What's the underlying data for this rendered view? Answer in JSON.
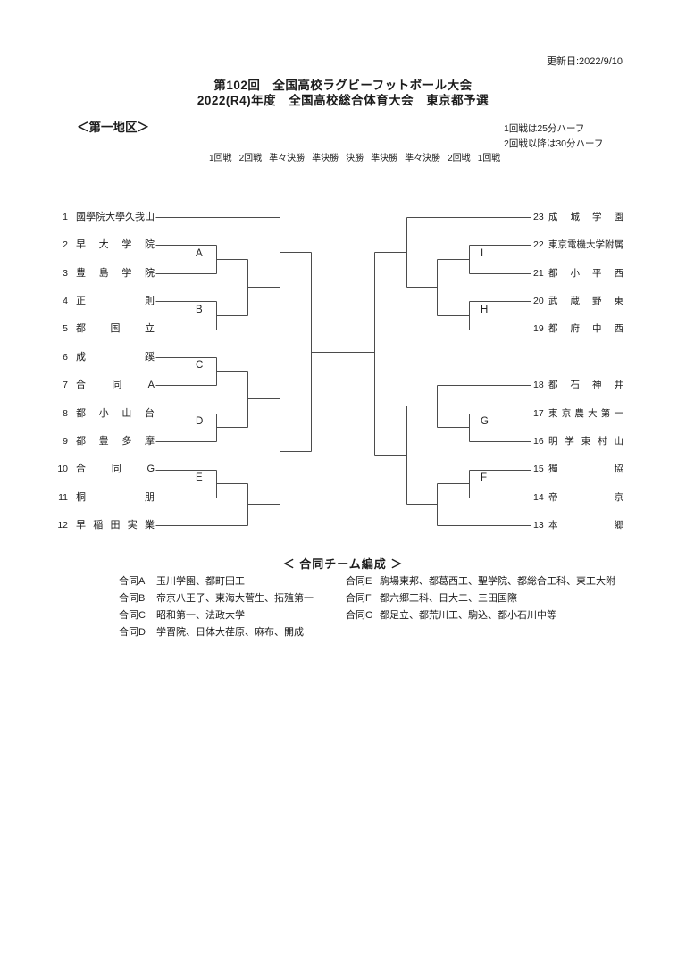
{
  "header": {
    "update_date": "更新日:2022/9/10",
    "title_line1": "第102回　全国高校ラグビーフットボール大会",
    "title_line2": "2022(R4)年度　全国高校総合体育大会　東京都予選",
    "district": "＜第一地区＞",
    "notes": [
      "1回戦は25分ハーフ",
      "2回戦以降は30分ハーフ"
    ]
  },
  "round_labels": [
    "1回戦",
    "2回戦",
    "準々決勝",
    "準決勝",
    "決勝",
    "準決勝",
    "準々決勝",
    "2回戦",
    "1回戦"
  ],
  "bracket": {
    "left_teams": [
      {
        "num": "1",
        "name": "國學院大學久我山",
        "slot": 0
      },
      {
        "num": "2",
        "name": "早大学院",
        "slot": 1
      },
      {
        "num": "3",
        "name": "豊島学院",
        "slot": 2
      },
      {
        "num": "4",
        "name": "正則",
        "slot": 3
      },
      {
        "num": "5",
        "name": "都国立",
        "slot": 4
      },
      {
        "num": "6",
        "name": "成蹊",
        "slot": 5
      },
      {
        "num": "7",
        "name": "合同A",
        "slot": 6
      },
      {
        "num": "8",
        "name": "都小山台",
        "slot": 7
      },
      {
        "num": "9",
        "name": "都豊多摩",
        "slot": 8
      },
      {
        "num": "10",
        "name": "合同G",
        "slot": 9
      },
      {
        "num": "11",
        "name": "桐朋",
        "slot": 10
      },
      {
        "num": "12",
        "name": "早稲田実業",
        "slot": 11
      }
    ],
    "right_teams": [
      {
        "num": "23",
        "name": "成城学園",
        "slot": 0
      },
      {
        "num": "22",
        "name": "東京電機大学附属",
        "slot": 1
      },
      {
        "num": "21",
        "name": "都小平西",
        "slot": 2
      },
      {
        "num": "20",
        "name": "武蔵野東",
        "slot": 3
      },
      {
        "num": "19",
        "name": "都府中西",
        "slot": 4
      },
      {
        "num": "18",
        "name": "都石神井",
        "slot": 6
      },
      {
        "num": "17",
        "name": "東京農大第一",
        "slot": 7
      },
      {
        "num": "16",
        "name": "明学東村山",
        "slot": 8
      },
      {
        "num": "15",
        "name": "獨協",
        "slot": 9
      },
      {
        "num": "14",
        "name": "帝京",
        "slot": 10
      },
      {
        "num": "13",
        "name": "本郷",
        "slot": 11
      }
    ],
    "seeds": {
      "left": [
        "A",
        "B",
        "C",
        "D",
        "E"
      ],
      "right": [
        "I",
        "H",
        "G",
        "F"
      ]
    }
  },
  "legend": {
    "title": "＜ 合同チーム編成 ＞",
    "left": [
      {
        "label": "合同A",
        "members": "玉川学園、都町田工"
      },
      {
        "label": "合同B",
        "members": "帝京八王子、東海大菅生、拓殖第一"
      },
      {
        "label": "合同C",
        "members": "昭和第一、法政大学"
      },
      {
        "label": "合同D",
        "members": "学習院、日体大荏原、麻布、開成"
      }
    ],
    "right": [
      {
        "label": "合同E",
        "members": "駒場東邦、都葛西工、聖学院、都総合工科、東工大附"
      },
      {
        "label": "合同F",
        "members": "都六郷工科、日大二、三田国際"
      },
      {
        "label": "合同G",
        "members": "都足立、都荒川工、駒込、都小石川中等"
      }
    ]
  }
}
